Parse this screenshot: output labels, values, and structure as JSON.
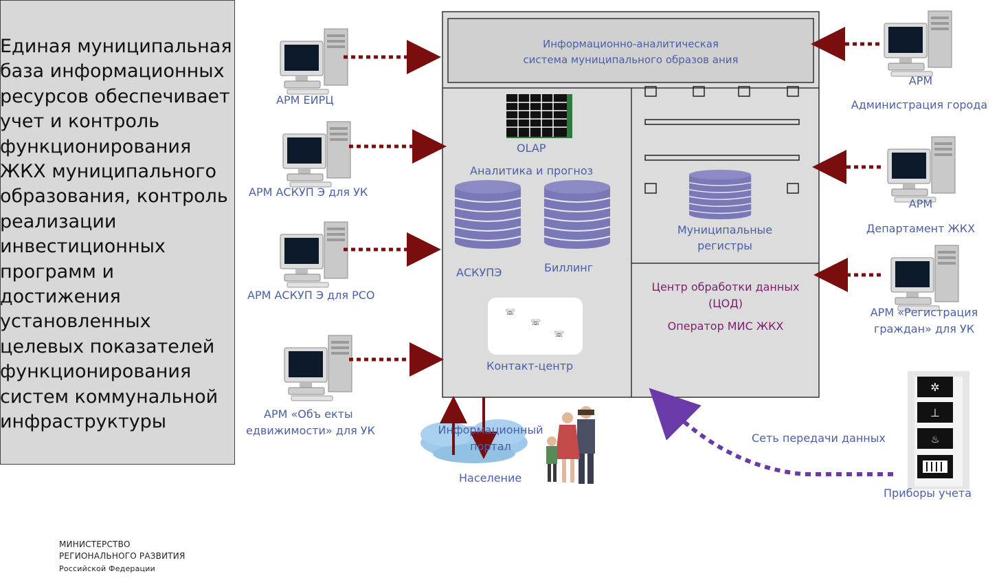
{
  "left_panel": {
    "text": "Единая муниципальная\nбаза информационных\nресурсов обеспечивает\nучет и контроль\nфункционирования\nЖКХ муниципального\nобразования, контроль\nреализации\nинвестиционных\nпрограмм и\nдостижения\nустановленных\nцелевых показателей\nфункционирования\nсистем коммунальной\nинфраструктуры"
  },
  "left_workstations": {
    "eirc": "АРМ ЕИРЦ",
    "askupe_uk": "АРМ АСКУП Э для УК",
    "askupe_rso": "АРМ АСКУП Э для РСО",
    "objects_line1": "АРМ «Объ екты",
    "objects_line2": "едвижимости» для УК"
  },
  "center": {
    "title_line1": "Информационно-аналитическая",
    "title_line2": "система муниципального образов ания",
    "olap": "OLAP",
    "analytics": "Аналитика и прогноз",
    "askupe": "АСКУПЭ",
    "billing": "Биллинг",
    "contact_center": "Контакт-центр",
    "registers_line1": "Муниципальные",
    "registers_line2": "регистры",
    "cod_line1": "Центр обработки данных",
    "cod_line2": "(ЦОД)",
    "operator": "Оператор МИС ЖКХ"
  },
  "right_workstations": {
    "admin_line1": "АРМ",
    "admin_line2": "Администрация города",
    "dept_line1": "АРМ",
    "dept_line2": "Департамент ЖКХ",
    "reg_line1": "АРМ «Регистрация",
    "reg_line2": "граждан» для УК"
  },
  "bottom": {
    "portal_line1": "Информационный",
    "portal_line2": "портал",
    "population": "Население",
    "network": "Сеть передачи данных",
    "meters": "Приборы учета"
  },
  "ministry": {
    "line1": "МИНИСТЕРСТВО",
    "line2": "РЕГИОНАЛЬНОГО РАЗВИТИЯ",
    "line3": "Российской Федерации"
  },
  "colors": {
    "arrow": "#7a0e0e",
    "network_arrow": "#6a3aa8",
    "label_blue": "#4a5fa6",
    "cod_purple": "#7a1f6e",
    "db_purple": "#7a78b6",
    "panel_gray": "#d8d8d8"
  }
}
